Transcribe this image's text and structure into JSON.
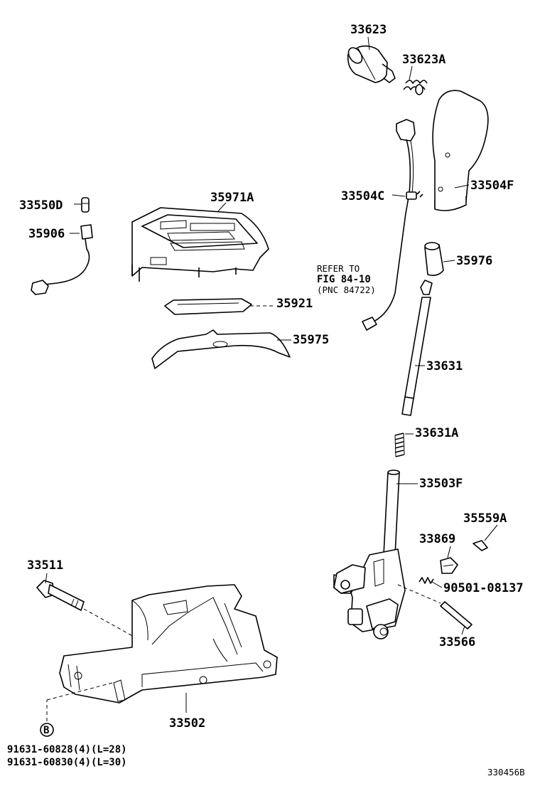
{
  "labels": {
    "p33623": "33623",
    "p33623A": "33623A",
    "p33504F": "33504F",
    "p33504C": "33504C",
    "p33550D": "33550D",
    "p35906": "35906",
    "p35971A": "35971A",
    "p35921": "35921",
    "p35975": "35975",
    "p35976": "35976",
    "p33631": "33631",
    "p33631A": "33631A",
    "p33503F": "33503F",
    "p35559A": "35559A",
    "p33869": "33869",
    "p90501": "90501-08137",
    "p33566": "33566",
    "p33511": "33511",
    "p33502": "33502",
    "bolt_b": "B"
  },
  "refer": {
    "line1": "REFER TO",
    "line2": "FIG 84-10",
    "line3": "(PNC 84722)"
  },
  "bolts": {
    "line1": "91631-60828(4)(L=28)",
    "line2": "91631-60830(4)(L=30)"
  },
  "figure_id": "330456B"
}
